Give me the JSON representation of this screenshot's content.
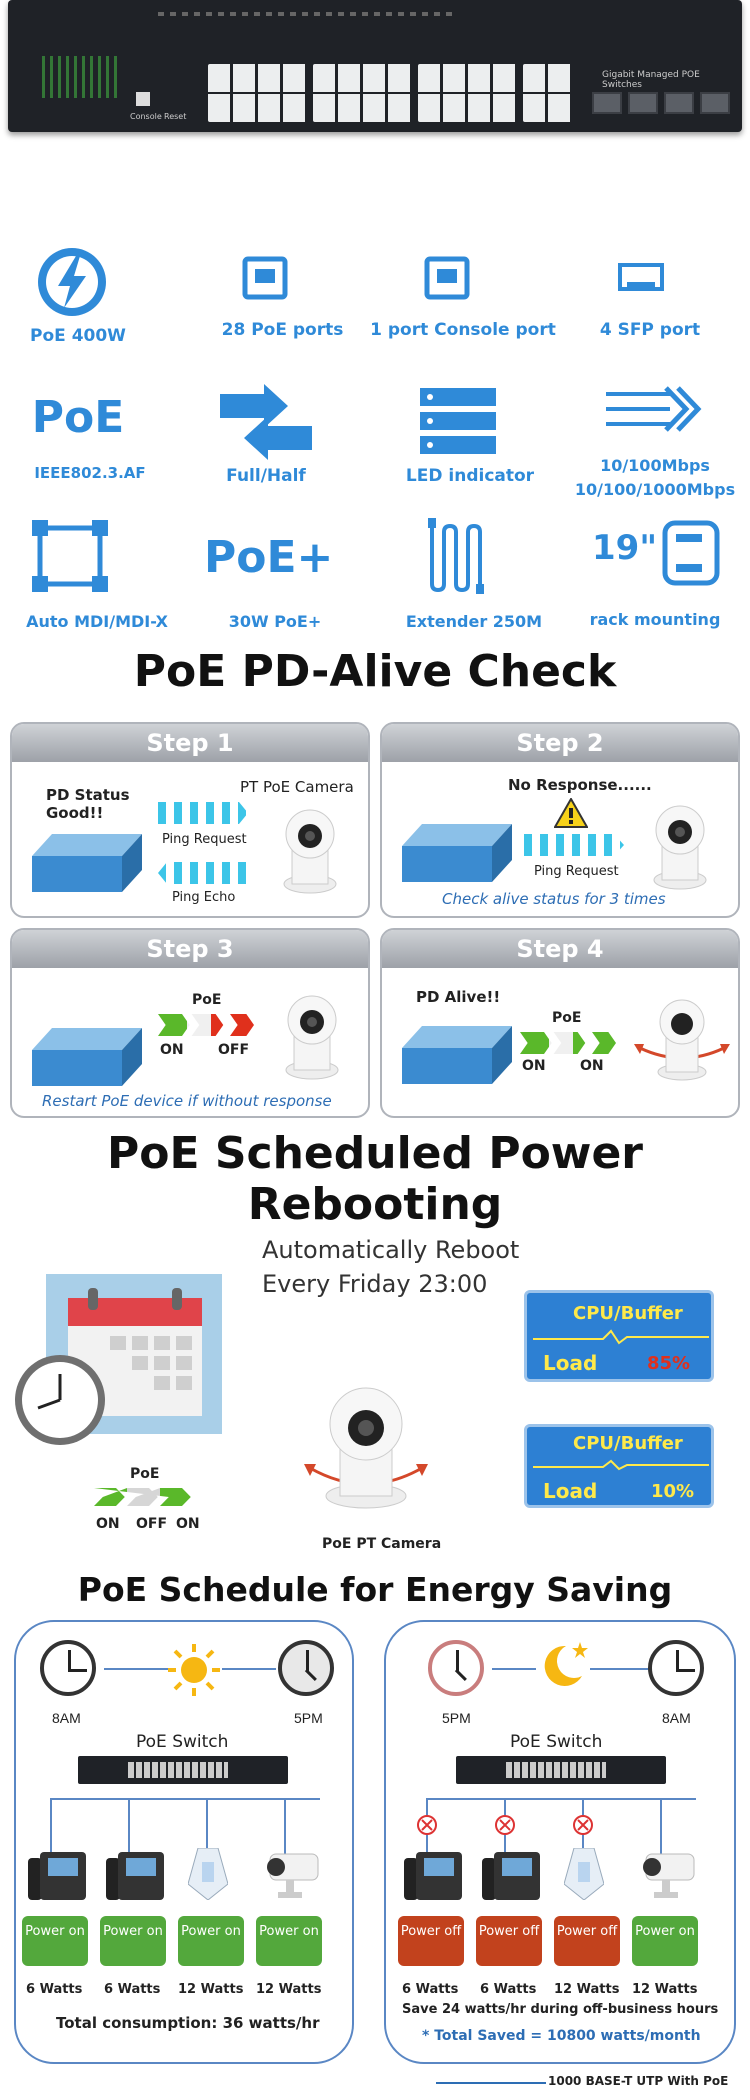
{
  "hero": {
    "brand_label": "Gigabit Managed POE Switches",
    "console_label": "Console",
    "reset_label": "Reset"
  },
  "features": [
    {
      "label": "PoE 400W",
      "icon": "lightning-icon"
    },
    {
      "label": "28 PoE ports",
      "icon": "ethernet-port-icon"
    },
    {
      "label": "1 port Console port",
      "icon": "console-port-icon"
    },
    {
      "label": "4 SFP port",
      "icon": "sfp-port-icon"
    },
    {
      "label": "IEEE802.3.AF",
      "icon": "poe-text-icon",
      "icon_text": "PoE"
    },
    {
      "label": "Full/Half",
      "icon": "duplex-arrows-icon"
    },
    {
      "label": "LED indicator",
      "icon": "led-indicator-icon"
    },
    {
      "label": "10/100Mbps",
      "label2": "10/100/1000Mbps",
      "icon": "speed-arrows-icon"
    },
    {
      "label": "Auto MDI/MDI-X",
      "icon": "mdi-network-icon"
    },
    {
      "label": "30W PoE+",
      "icon": "poe-plus-text-icon",
      "icon_text": "PoE+"
    },
    {
      "label": "Extender 250M",
      "icon": "cable-extender-icon"
    },
    {
      "label": "rack mounting",
      "icon": "rack-mount-icon",
      "icon_text": "19\""
    }
  ],
  "pd_alive": {
    "title": "PoE PD-Alive Check",
    "steps": [
      {
        "header": "Step 1",
        "status": "PD Status Good!!",
        "camera": "PT PoE Camera",
        "ping_request": "Ping Request",
        "ping_echo": "Ping Echo"
      },
      {
        "header": "Step 2",
        "no_response": "No Response......",
        "ping_request": "Ping Request",
        "caption": "Check alive status for 3 times"
      },
      {
        "header": "Step 3",
        "poe": "PoE",
        "on": "ON",
        "off": "OFF",
        "caption": "Restart PoE device if without response"
      },
      {
        "header": "Step 4",
        "status": "PD Alive!!",
        "poe": "PoE",
        "on1": "ON",
        "on2": "ON"
      }
    ]
  },
  "reboot": {
    "title": "PoE Scheduled Power Rebooting",
    "auto_line1": "Automatically Reboot",
    "auto_line2": "Every Friday 23:00",
    "cpu_high": {
      "title": "CPU/Buffer",
      "load_label": "Load",
      "load_value": "85%"
    },
    "cpu_low": {
      "title": "CPU/Buffer",
      "load_label": "Load",
      "load_value": "10%"
    },
    "poe": "PoE",
    "on1": "ON",
    "off": "OFF",
    "on2": "ON",
    "camera_label": "PoE PT Camera"
  },
  "energy": {
    "title": "PoE Schedule for Energy Saving",
    "day": {
      "start_time": "8AM",
      "end_time": "5PM",
      "switch_label": "PoE Switch",
      "devices": [
        {
          "state": "Power on",
          "watts": "6 Watts"
        },
        {
          "state": "Power on",
          "watts": "6 Watts"
        },
        {
          "state": "Power on",
          "watts": "12 Watts"
        },
        {
          "state": "Power on",
          "watts": "12 Watts"
        }
      ],
      "total": "Total consumption:  36 watts/hr"
    },
    "night": {
      "start_time": "5PM",
      "end_time": "8AM",
      "switch_label": "PoE Switch",
      "devices": [
        {
          "state": "Power off",
          "watts": "6 Watts"
        },
        {
          "state": "Power off",
          "watts": "6 Watts"
        },
        {
          "state": "Power off",
          "watts": "12 Watts"
        },
        {
          "state": "Power on",
          "watts": "12 Watts"
        }
      ],
      "save_line": "Save 24 watts/hr during off-business hours",
      "total_saved": "* Total Saved = 10800 watts/month"
    },
    "legend": "1000 BASE-T UTP With PoE"
  },
  "colors": {
    "accent": "#2f8ad8",
    "green": "#53a83c",
    "red": "#c2421d",
    "panel_border": "#5a87c4"
  }
}
